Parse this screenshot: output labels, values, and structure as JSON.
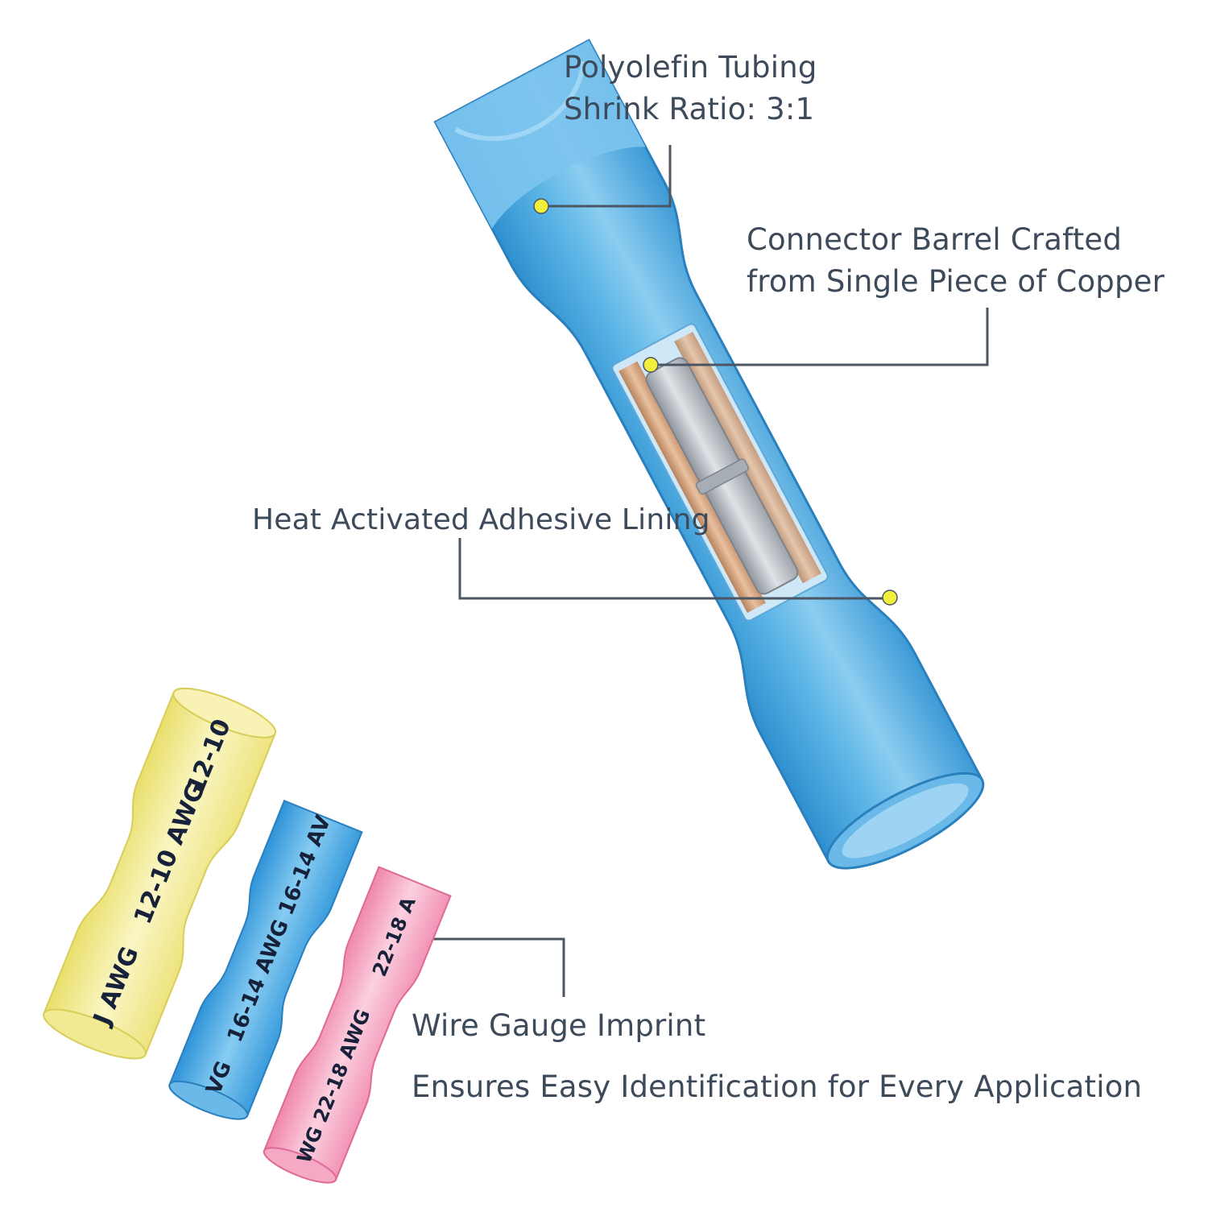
{
  "callouts": {
    "tubing": {
      "line1": "Polyolefin Tubing",
      "line2": "Shrink Ratio: 3:1"
    },
    "barrel": {
      "line1": "Connector Barrel Crafted",
      "line2": "from Single Piece of Copper"
    },
    "adhesive": {
      "line1": "Heat Activated Adhesive Lining"
    },
    "gauge": {
      "line1": "Wire Gauge Imprint",
      "line2": "Ensures Easy Identification for Every Application"
    }
  },
  "imprints": {
    "yellow": {
      "a": "J AWG",
      "b": "12-10 AWG",
      "c": "12-10"
    },
    "blue": {
      "a": "VG",
      "b": "16-14 AWG",
      "c": "16-14 AV"
    },
    "pink": {
      "a": "WG 22-18 AWG",
      "b": "22-18 A"
    }
  },
  "colors": {
    "tube_blue": "#4aa9e0",
    "tube_yellow": "#f4ee9c",
    "tube_pink": "#f7a2c0",
    "copper": "#d2a582",
    "barrel_silver": "#b5b9c0",
    "callout_dot": "#f1ee3c",
    "callout_line": "#4b5563",
    "text": "#3d4a5a"
  }
}
